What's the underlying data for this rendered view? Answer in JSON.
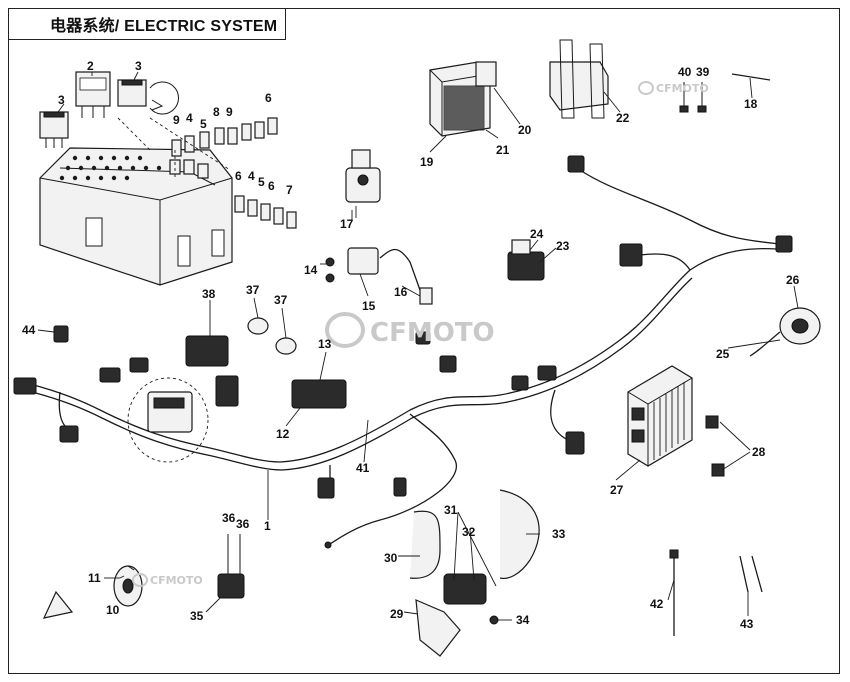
{
  "title": "电器系统/ ELECTRIC SYSTEM",
  "watermarks": [
    "CFMOTO",
    "CFMOTO",
    "CFMOTO"
  ],
  "callouts": [
    "1",
    "2",
    "3",
    "3",
    "4",
    "4",
    "5",
    "5",
    "6",
    "6",
    "6",
    "7",
    "8",
    "9",
    "9",
    "10",
    "11",
    "12",
    "13",
    "14",
    "15",
    "16",
    "17",
    "18",
    "19",
    "20",
    "21",
    "22",
    "23",
    "24",
    "25",
    "26",
    "27",
    "28",
    "29",
    "30",
    "31",
    "32",
    "33",
    "34",
    "35",
    "36",
    "36",
    "37",
    "37",
    "38",
    "39",
    "40",
    "41",
    "42",
    "43",
    "44"
  ],
  "colors": {
    "line": "#1a1a1a",
    "watermark": "#c9c9c9",
    "part_fill": "#f2f2f2"
  }
}
